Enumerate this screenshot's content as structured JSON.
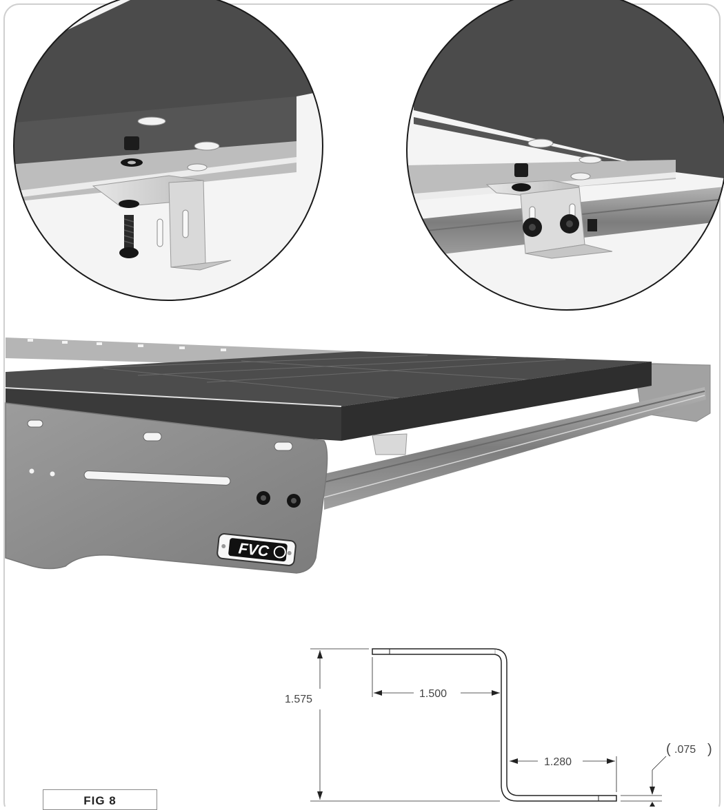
{
  "figure": {
    "label": "FIG 8",
    "brand_badge": "FVC",
    "callouts": [
      {
        "name": "detail-exploded",
        "description_icon": "bracket-bolt-exploded"
      },
      {
        "name": "detail-assembled",
        "description_icon": "bracket-bolt-assembled"
      }
    ]
  },
  "dimensions": {
    "height": "1.575",
    "top_flange": "1.500",
    "bottom_flange": "1.280",
    "thickness": ".075",
    "thickness_open": "(",
    "thickness_close": ")"
  },
  "colors": {
    "panel": "#4a4a4a",
    "panel_dark": "#2f2f2f",
    "rail": "#8c8c8c",
    "bracket": "#cfcfcf",
    "outline": "#9a9a9a"
  }
}
